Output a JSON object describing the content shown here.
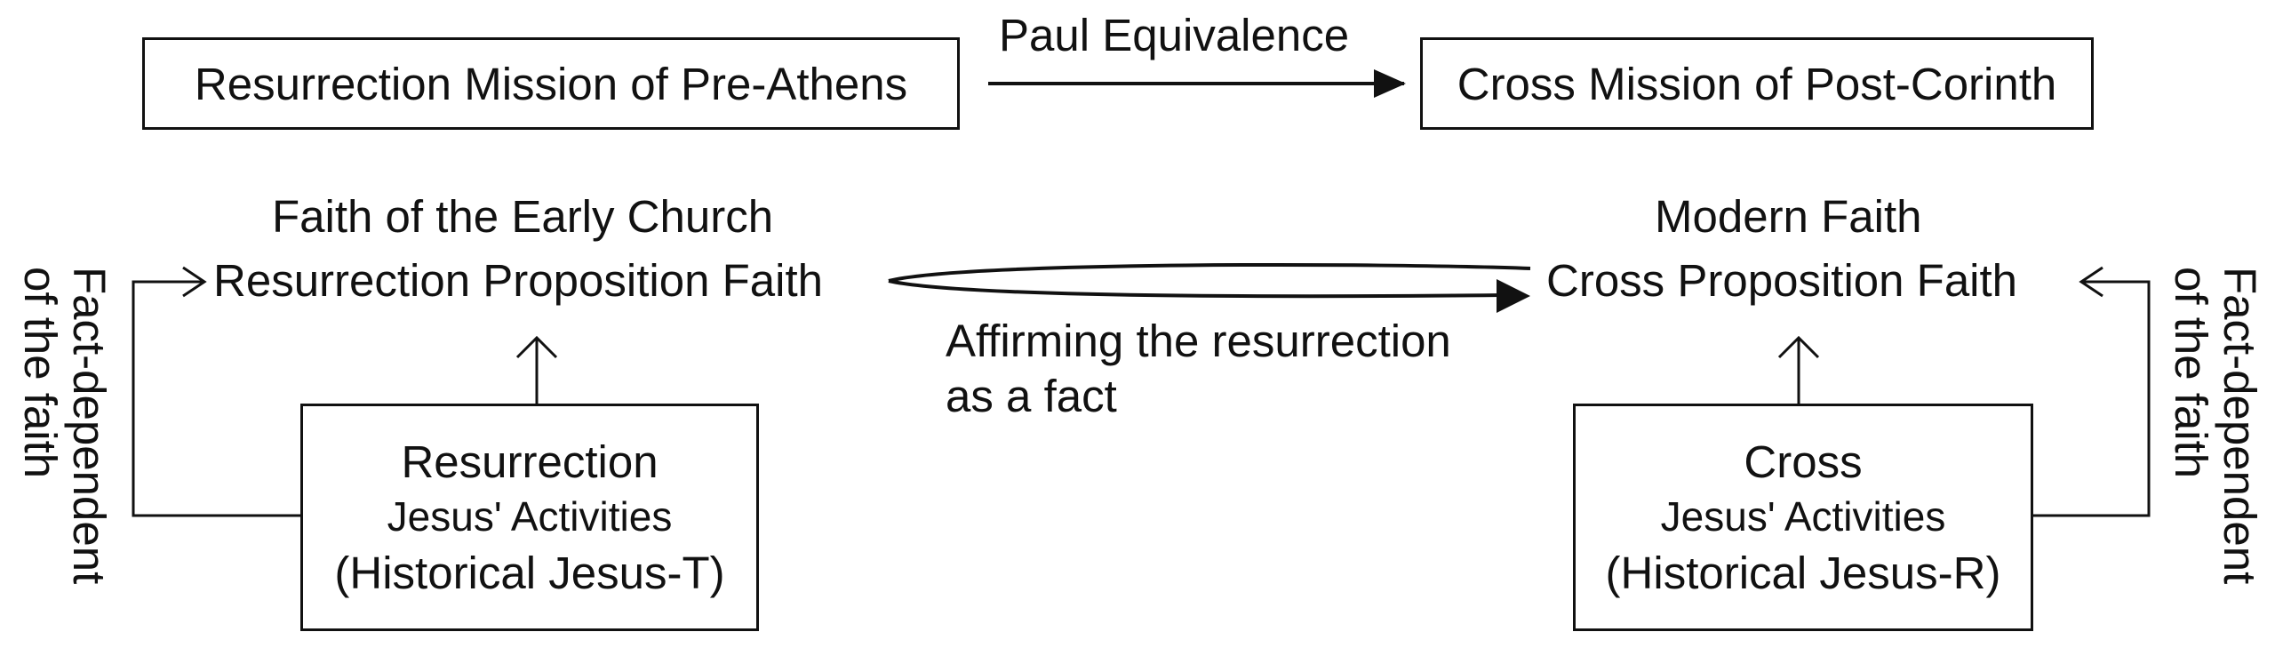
{
  "top": {
    "left_box": "Resurrection Mission of Pre-Athens",
    "right_box": "Cross Mission of Post-Corinth",
    "arrow_label": "Paul Equivalence"
  },
  "left": {
    "heading": "Faith of the Early Church",
    "proposition": "Resurrection Proposition Faith",
    "side_label": [
      "Fact-dependent",
      "of the faith"
    ],
    "box": {
      "title": "Resurrection",
      "line2": "Jesus' Activities",
      "line3": "(Historical Jesus-T)"
    }
  },
  "right": {
    "heading": "Modern Faith",
    "proposition": "Cross Proposition Faith",
    "side_label": [
      "Fact-dependent",
      "of the faith"
    ],
    "box": {
      "title": "Cross",
      "line2": "Jesus' Activities",
      "line3": "(Historical Jesus-R)"
    }
  },
  "middle": {
    "affirm_lines": [
      "Affirming the resurrection",
      "as a fact"
    ]
  },
  "colors": {
    "ink": "#111111",
    "background": "#ffffff"
  }
}
